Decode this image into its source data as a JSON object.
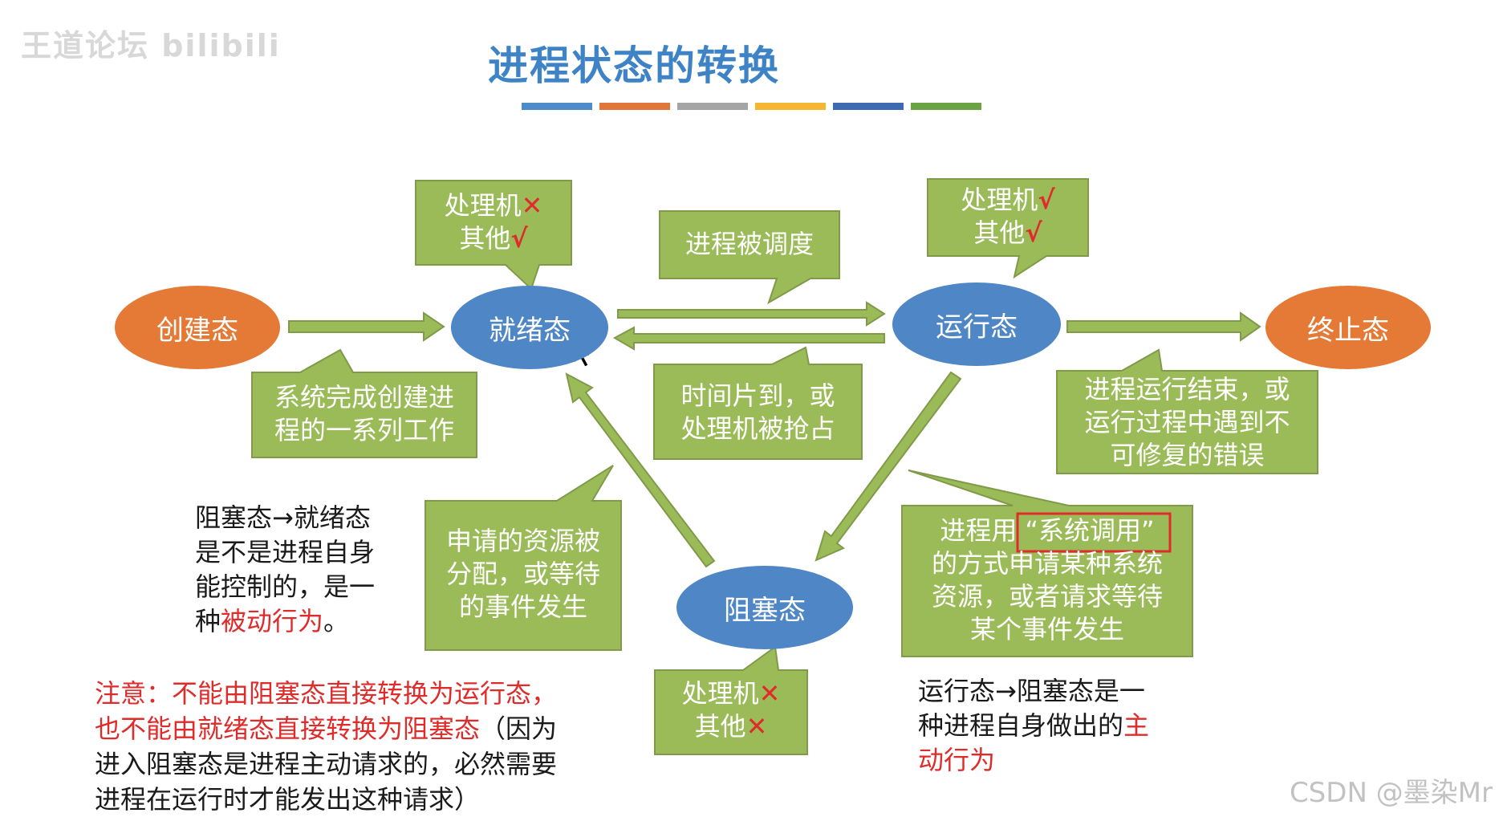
{
  "watermark": {
    "top_left": "王道论坛 bilibili",
    "bottom_right": "CSDN @墨染Mr"
  },
  "title": "进程状态的转换",
  "title_bar_colors": [
    "#4f8bc9",
    "#e2763a",
    "#a5a5a5",
    "#f5b731",
    "#3f6ab2",
    "#6ba344"
  ],
  "shape_colors": {
    "state_orange": "#e57a37",
    "state_blue": "#4f86c6",
    "callout_green": "#9bbb59",
    "arrow_green": "#9bbb59"
  },
  "states": {
    "created": "创建态",
    "ready": "就绪态",
    "running": "运行态",
    "terminated": "终止态",
    "blocked": "阻塞态"
  },
  "resource_boxes": {
    "ready": {
      "cpu": "处理机",
      "cpu_mark": "✕",
      "other": "其他",
      "other_mark": "√"
    },
    "running": {
      "cpu": "处理机",
      "cpu_mark": "√",
      "other": "其他",
      "other_mark": "√"
    },
    "blocked": {
      "cpu": "处理机",
      "cpu_mark": "✕",
      "other": "其他",
      "other_mark": "✕"
    }
  },
  "callouts": {
    "create_to_ready": [
      "系统完成创建进",
      "程的一系列工作"
    ],
    "scheduled": "进程被调度",
    "preempted": [
      "时间片到，或",
      "处理机被抢占"
    ],
    "to_terminated": [
      "进程运行结束，或",
      "运行过程中遇到不",
      "可修复的错误"
    ],
    "blocked_to_ready": [
      "申请的资源被",
      "分配，或等待",
      "的事件发生"
    ],
    "running_to_blocked": {
      "prefix": "进程用",
      "boxed": "“系统调用”",
      "lines": [
        "的方式申请某种系统",
        "资源，或者请求等待",
        "某个事件发生"
      ]
    }
  },
  "notes": {
    "passive": {
      "lines": [
        "阻塞态→就绪态",
        "是不是进程自身",
        "能控制的，是一"
      ],
      "last_prefix": "种",
      "last_red": "被动行为",
      "last_suffix": "。"
    },
    "active": {
      "line1": "运行态→阻塞态是一",
      "line2_prefix": "种进程自身做出的",
      "line2_red": "主",
      "line3_red": "动行为"
    },
    "warning": {
      "red1": "注意：不能由阻塞态直接转换为运行态，",
      "red2": "也不能由就绪态直接转换为阻塞态",
      "black2": "（因为",
      "black3": "进入阻塞态是进程主动请求的，必然需要",
      "black4": "进程在运行时才能发出这种请求）"
    }
  }
}
